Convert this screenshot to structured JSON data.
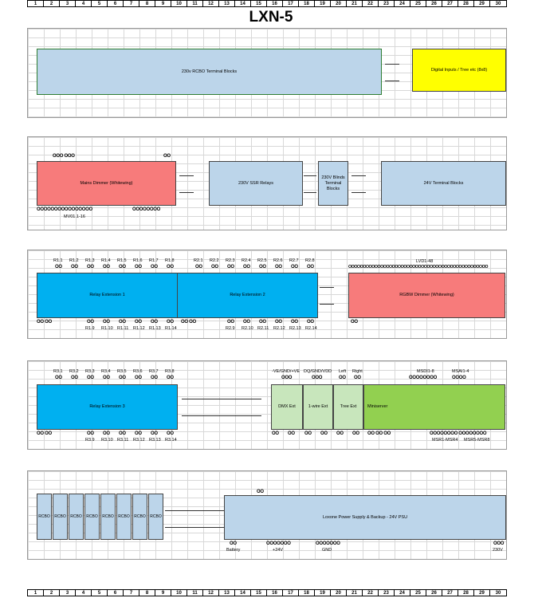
{
  "columns": [
    "1",
    "2",
    "3",
    "4",
    "5",
    "6",
    "7",
    "8",
    "9",
    "10",
    "11",
    "12",
    "13",
    "14",
    "15",
    "16",
    "17",
    "18",
    "19",
    "20",
    "21",
    "22",
    "23",
    "24",
    "25",
    "26",
    "27",
    "28",
    "29",
    "30"
  ],
  "title": "LXN-5",
  "row1": {
    "rcbo_blocks": "230v RCBO Terminal Blocks",
    "digital_inputs": "Digital Inputs / Tree etc (8x8)"
  },
  "row2": {
    "mains_dimmer": "Mains Dimmer (Whitewing)",
    "ssr_relays": "230V SSR Relays",
    "blinds_blocks": "230V Blinds Terminal Blocks",
    "terminal_24v": "24V Terminal Blocks",
    "top_left_oo": "OOO OOO",
    "top_right_oo": "OO",
    "bottom_left_oo": "OOOOOOOOOOOOOOOO",
    "bottom_right_oo": "OOOOOOOO",
    "mv_label": "MV01.1-16"
  },
  "row3": {
    "relay_ext1": "Relay Extension 1",
    "relay_ext2": "Relay Extension 2",
    "rgbw_dimmer": "RGBW Dimmer (Whitewing)",
    "top_labels1": [
      "R1.1",
      "R1.2",
      "R1.3",
      "R1.4",
      "R1.5",
      "R1.6",
      "R1.7",
      "R1.8"
    ],
    "top_labels2": [
      "R2.1",
      "R2.2",
      "R2.3",
      "R2.4",
      "R2.5",
      "R2.6",
      "R2.7",
      "R2.8"
    ],
    "bottom_labels1": [
      "R1.9",
      "R1.10",
      "R1.11",
      "R1.12",
      "R1.13",
      "R1.14"
    ],
    "bottom_labels2": [
      "R2.9",
      "R2.10",
      "R2.11",
      "R2.12",
      "R2.13",
      "R2.14"
    ],
    "oo": "OO",
    "left_oo": "OO OO",
    "lvd_label": "LVD1-48",
    "lvd_oo": "OOOOOOOOOOOOOOOOOOOOOOOOOOOOOOOOOOOOOOOOOOOOOOOO",
    "rgbw_bottom_oo": "OO"
  },
  "row4": {
    "relay_ext3": "Relay Extension 3",
    "dmx_ext": "DMX Ext",
    "onewire_ext": "1-wire Ext",
    "tree_ext": "Tree Ext",
    "miniserver": "Miniserver",
    "top_labels": [
      "R3.1",
      "R3.2",
      "R3.3",
      "R3.4",
      "R3.5",
      "R3.6",
      "R3.7",
      "R3.8"
    ],
    "bottom_labels": [
      "R3.9",
      "R3.10",
      "R3.11",
      "R3.12",
      "R3.13",
      "R3.14"
    ],
    "oo": "OO",
    "left_oo": "OO OO",
    "ext_labels": [
      "-VE/GND/+VE",
      "DQ/GND/VDD",
      "Left",
      "Right"
    ],
    "ext_top_oo": [
      "OOO",
      "OOO",
      "OO",
      "OO"
    ],
    "msdi": "MSDI1-8",
    "msai": "MSAI1-4",
    "msdi_oo": "OOOOOOOO",
    "msai_oo": "OOOO",
    "ext_bottom_oo": [
      "OO",
      "OO",
      "OO",
      "OO",
      "OO",
      "OO"
    ],
    "ms_left_oo": "OO OO OO",
    "msr_oo": "OOOOOOOO OOOOOOOO",
    "msr_labels": [
      "MSR1-MSR4",
      "MSR5-MSR8"
    ]
  },
  "row5": {
    "rcbo": "RCBO",
    "rcbo_count": 8,
    "psu": "Loxone Power Supply & Backup - 24V PSU",
    "top_oo": "OO",
    "battery_oo": "OO",
    "battery": "Battery",
    "plus24_oo": "OOOOOOO",
    "plus24": "+24V",
    "gnd_oo": "OOOOOOO",
    "gnd": "GND",
    "v230_oo": "OOO",
    "v230": "230V"
  }
}
